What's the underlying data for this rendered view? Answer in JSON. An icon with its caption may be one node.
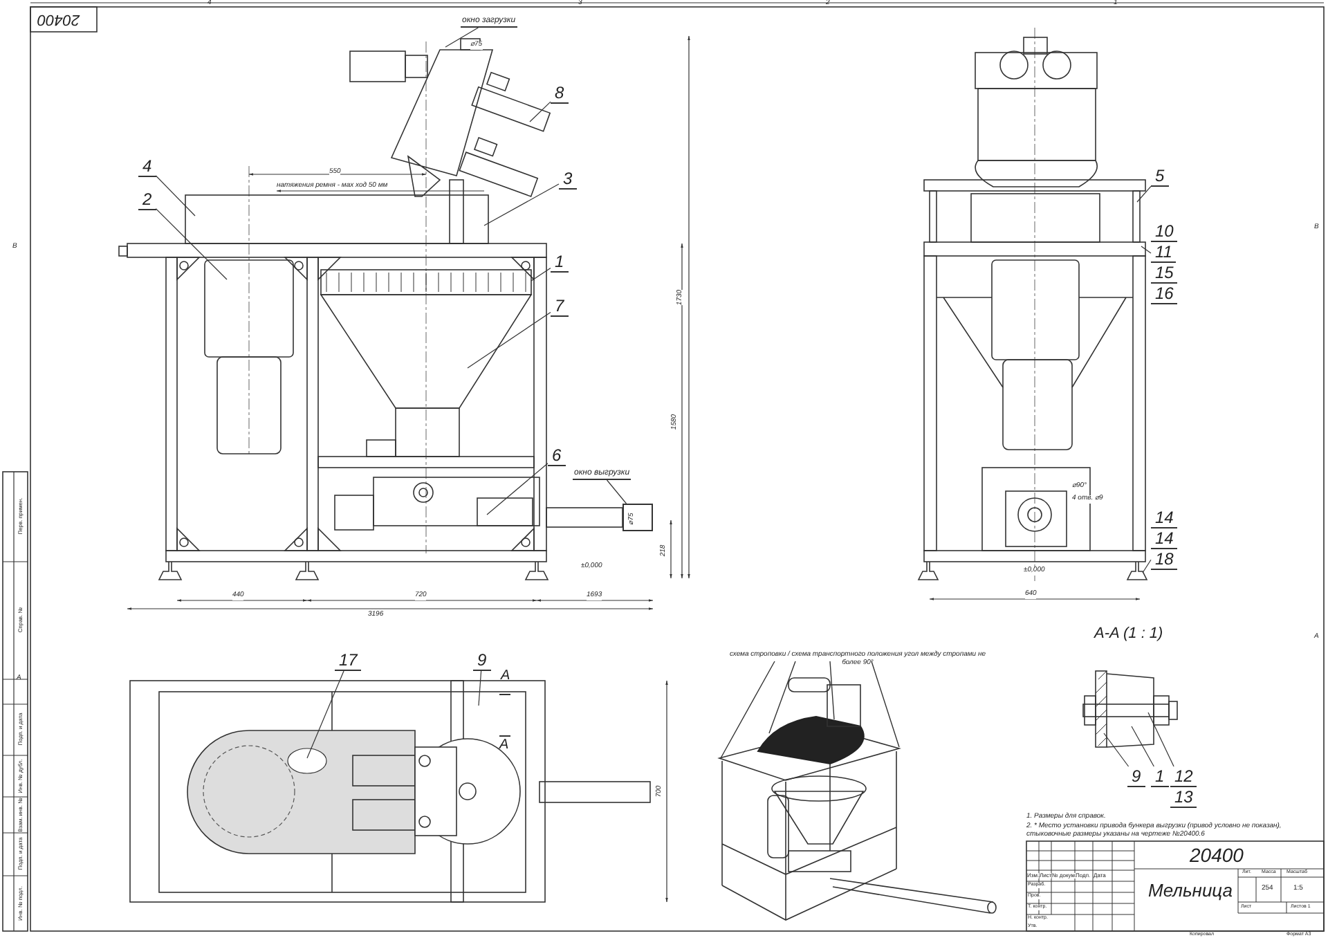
{
  "diagram": {
    "nodes": [
      {
        "text": [
          "окно загрузки"
        ]
      },
      {
        "text": [
          "8"
        ]
      },
      {
        "text": [
          "4"
        ]
      },
      {
        "text": [
          "2"
        ]
      },
      {
        "text": [
          "3"
        ]
      },
      {
        "text": [
          "1"
        ]
      },
      {
        "text": [
          "7"
        ]
      },
      {
        "text": [
          "6"
        ]
      },
      {
        "text": [
          "окно выгрузки"
        ]
      },
      {
        "text": [
          "5"
        ]
      },
      {
        "text": [
          "10",
          "11",
          "15",
          "16"
        ]
      },
      {
        "text": [
          "14",
          "14",
          "18"
        ]
      },
      {
        "text": [
          "17"
        ]
      },
      {
        "text": [
          "9"
        ]
      },
      {
        "text": [
          "9"
        ]
      },
      {
        "text": [
          "1"
        ]
      },
      {
        "text": [
          "12",
          "13"
        ]
      },
      {
        "text": [],
        "shape": "box"
      }
    ],
    "edges": [
      {
        "from": 0,
        "to": null,
        "arrow": "none"
      },
      {
        "from": 1,
        "to": null,
        "arrow": "none"
      },
      {
        "from": 2,
        "to": null,
        "arrow": "none"
      },
      {
        "from": 3,
        "to": null,
        "arrow": "none"
      },
      {
        "from": 4,
        "to": null,
        "arrow": "none"
      },
      {
        "from": 5,
        "to": null,
        "arrow": "none"
      },
      {
        "from": 6,
        "to": null,
        "arrow": "none"
      },
      {
        "from": 7,
        "to": null,
        "arrow": "none"
      },
      {
        "from": 8,
        "to": 17,
        "arrow": "none"
      },
      {
        "from": 9,
        "to": null,
        "arrow": "none"
      },
      {
        "from": 10,
        "to": null,
        "arrow": "none"
      },
      {
        "from": 11,
        "to": null,
        "arrow": "none"
      },
      {
        "from": 12,
        "to": null,
        "arrow": "none"
      },
      {
        "from": 13,
        "to": null,
        "arrow": "none"
      },
      {
        "from": 14,
        "to": null,
        "arrow": "none"
      },
      {
        "from": 15,
        "to": null,
        "arrow": "none"
      },
      {
        "from": 16,
        "to": null,
        "arrow": "none"
      }
    ],
    "labels": [
      "20400",
      "4",
      "3",
      "2",
      "1",
      "В",
      "В",
      "А",
      "А",
      "⌀75",
      "550",
      "натяжения ремня - мах ход 50 мм",
      "1730",
      "1580",
      "218",
      "⌀75",
      "±0,000",
      "440",
      "720",
      "1693",
      "3196",
      "⌀90°",
      "4 отв. ⌀9",
      "±0,000",
      "640",
      "A",
      "A",
      "700",
      "A-A (1 : 1)",
      "схема строповки / схема транспортного положения угол между стропами не более 90°",
      "1. Размеры для справок.",
      "2. * Место установки привода бункера выгрузки (привод условно не показан), стыковочные размеры указаны на чертеже №20400.6",
      "20400",
      "Изм.",
      "Лист",
      "№ докум.",
      "Подп.",
      "Дата",
      "Разраб.",
      "Пров.",
      "Т. контр.",
      "Н. контр.",
      "Утв.",
      "Мельница",
      "Лит.",
      "Масса",
      "Масштаб",
      "254",
      "1:5",
      "Лист",
      "Листов 1",
      "Копировал",
      "Формат A3",
      "Перв. примен.",
      "Справ. №",
      "Подп. и дата",
      "Инв. № дубл.",
      "Взам. инв. №",
      "Подп. и дата",
      "Инв. № подл."
    ]
  }
}
